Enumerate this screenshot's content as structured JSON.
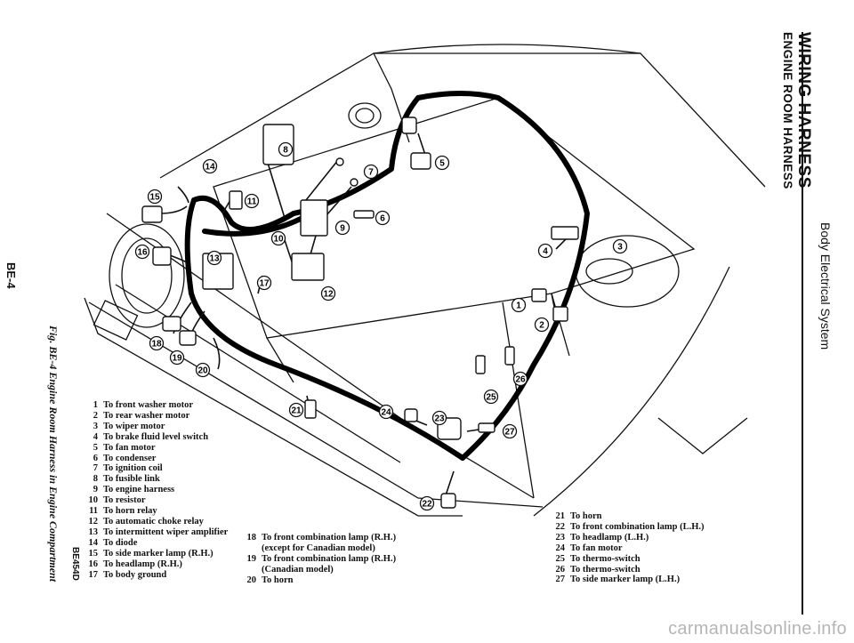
{
  "header": {
    "title": "WIRING HARNESS",
    "subtitle": "ENGINE ROOM HARNESS",
    "section": "Body Electrical System"
  },
  "page_number": "BE-4",
  "figure": {
    "code": "BE454D",
    "caption": "Fig. BE-4 Engine Room Harness in Engine Compartment"
  },
  "legend": {
    "col1": [
      {
        "num": "1",
        "label": "To front washer motor"
      },
      {
        "num": "2",
        "label": "To rear washer motor"
      },
      {
        "num": "3",
        "label": "To wiper motor"
      },
      {
        "num": "4",
        "label": "To brake fluid level switch"
      },
      {
        "num": "5",
        "label": "To fan motor"
      },
      {
        "num": "6",
        "label": "To condenser"
      },
      {
        "num": "7",
        "label": "To ignition coil"
      },
      {
        "num": "8",
        "label": "To fusible link"
      },
      {
        "num": "9",
        "label": "To engine harness"
      },
      {
        "num": "10",
        "label": "To resistor"
      },
      {
        "num": "11",
        "label": "To horn relay"
      },
      {
        "num": "12",
        "label": "To automatic choke relay"
      },
      {
        "num": "13",
        "label": "To intermittent wiper amplifier"
      },
      {
        "num": "14",
        "label": "To diode"
      },
      {
        "num": "15",
        "label": "To side marker lamp (R.H.)"
      },
      {
        "num": "16",
        "label": "To headlamp (R.H.)"
      },
      {
        "num": "17",
        "label": "To body ground"
      }
    ],
    "col2": [
      {
        "num": "18",
        "label": "To front combination lamp (R.H.)",
        "cont": "(except for Canadian model)"
      },
      {
        "num": "19",
        "label": "To front combination lamp (R.H.)",
        "cont": "(Canadian model)"
      },
      {
        "num": "20",
        "label": "To horn"
      }
    ],
    "col3": [
      {
        "num": "21",
        "label": "To horn"
      },
      {
        "num": "22",
        "label": "To front combination lamp (L.H.)"
      },
      {
        "num": "23",
        "label": "To headlamp (L.H.)"
      },
      {
        "num": "24",
        "label": "To fan motor"
      },
      {
        "num": "25",
        "label": "To thermo-switch"
      },
      {
        "num": "26",
        "label": "To thermo-switch"
      },
      {
        "num": "27",
        "label": "To side marker lamp (L.H.)"
      }
    ]
  },
  "callouts": [
    "1",
    "2",
    "3",
    "4",
    "5",
    "6",
    "7",
    "8",
    "9",
    "10",
    "11",
    "12",
    "13",
    "14",
    "15",
    "16",
    "17",
    "18",
    "19",
    "20",
    "21",
    "22",
    "23",
    "24",
    "25",
    "26",
    "27"
  ],
  "watermark": "carmanualsonline.info"
}
